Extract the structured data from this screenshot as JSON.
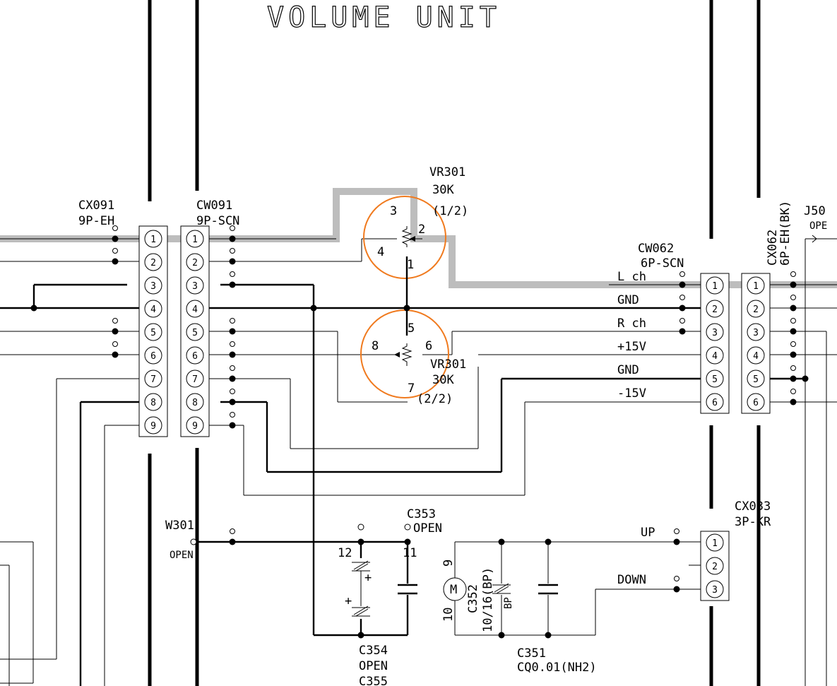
{
  "title": "VOLUME UNIT",
  "connectors": {
    "cx091": {
      "ref": "CX091",
      "type": "9P-EH",
      "pins": [
        "1",
        "2",
        "3",
        "4",
        "5",
        "6",
        "7",
        "8",
        "9"
      ]
    },
    "cw091": {
      "ref": "CW091",
      "type": "9P-SCN",
      "pins": [
        "1",
        "2",
        "3",
        "4",
        "5",
        "6",
        "7",
        "8",
        "9"
      ]
    },
    "cw062": {
      "ref": "CW062",
      "type": "6P-SCN",
      "pins": [
        "1",
        "2",
        "3",
        "4",
        "5",
        "6"
      ]
    },
    "cx062": {
      "ref": "CX062",
      "type": "6P-EH(BK)",
      "pins": [
        "1",
        "2",
        "3",
        "4",
        "5",
        "6"
      ]
    },
    "cx033": {
      "ref": "CX033",
      "type": "3P-KR",
      "pins": [
        "1",
        "2",
        "3"
      ]
    },
    "j50": {
      "ref": "J50",
      "note": "OPE"
    }
  },
  "signals": [
    "L ch",
    "GND",
    "R ch",
    "+15V",
    "GND",
    "-15V"
  ],
  "switch_labels": {
    "up": "UP",
    "down": "DOWN"
  },
  "vr_a": {
    "ref": "VR301",
    "value": "30K",
    "part": "(1/2)",
    "pins": [
      "3",
      "2",
      "4",
      "1"
    ]
  },
  "vr_b": {
    "ref": "VR301",
    "value": "30K",
    "part": "(2/2)",
    "pins": [
      "5",
      "8",
      "6",
      "7"
    ]
  },
  "w301": {
    "ref": "W301",
    "note": "OPEN"
  },
  "c353": {
    "ref": "C353",
    "note": "OPEN"
  },
  "c354": {
    "ref": "C354",
    "note": "OPEN"
  },
  "c355": {
    "ref": "C355"
  },
  "c352": {
    "ref": "C352",
    "value": "10/16(BP)",
    "bp": "BP"
  },
  "c351": {
    "ref": "C351",
    "value": "CQ0.01(NH2)"
  },
  "motor": {
    "symbol": "M",
    "pin_top": "9",
    "pin_bottom": "10"
  },
  "c354_pins": {
    "a": "12",
    "b": "11"
  },
  "polarity": {
    "plus": "+"
  },
  "colors": {
    "highlight": "#bdbdbd",
    "circle": "#f07a1e",
    "ink": "#000000"
  }
}
